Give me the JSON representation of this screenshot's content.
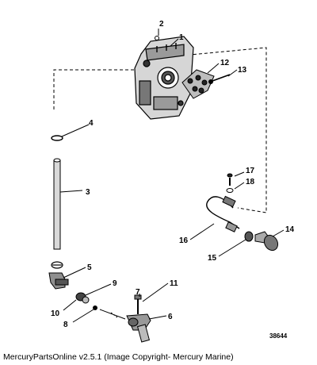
{
  "callouts": {
    "c1": "1",
    "c2": "2",
    "c3": "3",
    "c4": "4",
    "c5": "5",
    "c6": "6",
    "c7": "7",
    "c8": "8",
    "c9": "9",
    "c10": "10",
    "c11": "11",
    "c12": "12",
    "c13": "13",
    "c14": "14",
    "c15": "15",
    "c16": "16",
    "c17": "17",
    "c18": "18"
  },
  "figure_number": "38644",
  "footer": "MercuryPartsOnline v2.5.1 (Image Copyright- Mercury Marine)"
}
